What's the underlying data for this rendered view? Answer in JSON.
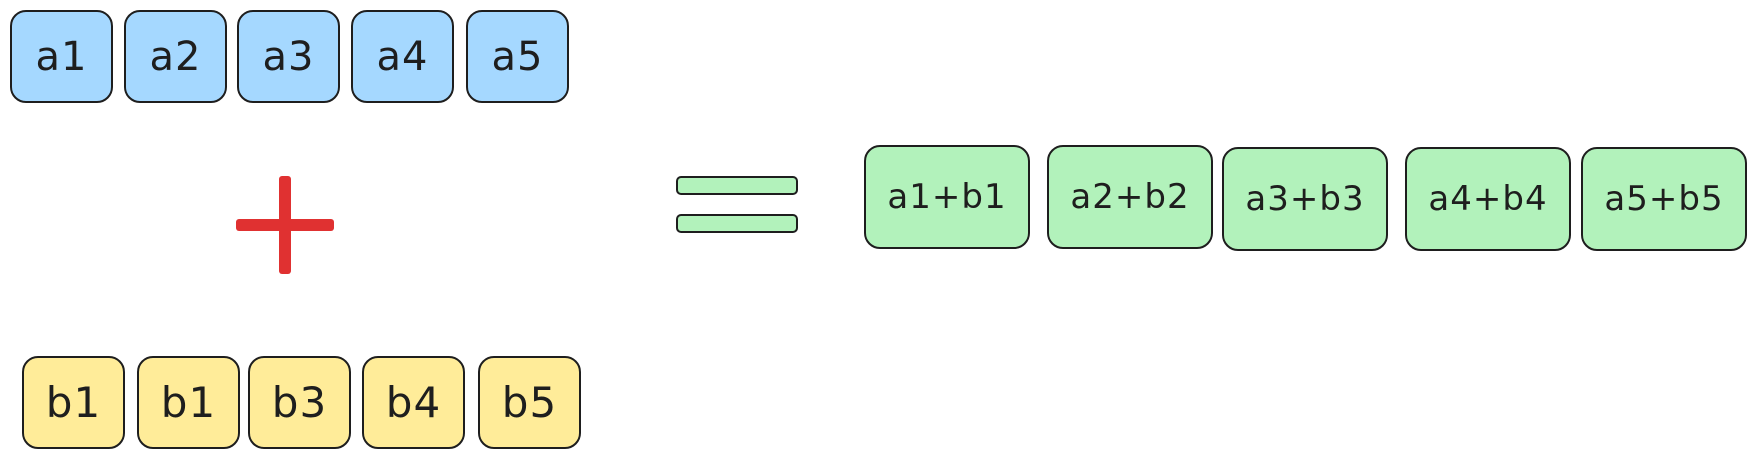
{
  "row_a": [
    "a1",
    "a2",
    "a3",
    "a4",
    "a5"
  ],
  "row_b": [
    "b1",
    "b1",
    "b3",
    "b4",
    "b5"
  ],
  "row_sum": [
    "a1+b1",
    "a2+b2",
    "a3+b3",
    "a4+b4",
    "a5+b5"
  ],
  "colors": {
    "a_fill": "#a5d8ff",
    "b_fill": "#ffec99",
    "sum_fill": "#b2f2bb",
    "plus": "#e03131",
    "equals_fill": "#b2f2bb",
    "stroke": "#1e1e1e"
  },
  "icons": {
    "plus": "plus-icon",
    "equals": "equals-icon"
  }
}
